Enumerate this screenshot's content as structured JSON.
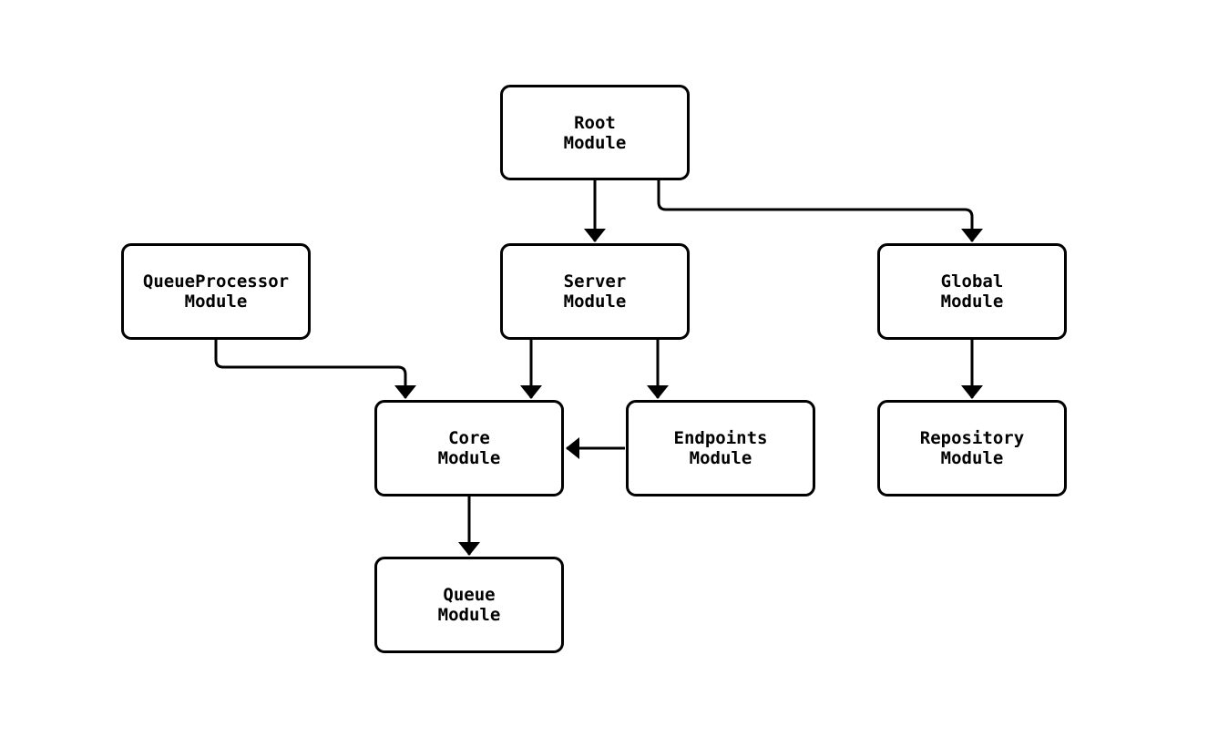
{
  "diagram": {
    "type": "module-dependency-flowchart",
    "background_color": "#ffffff",
    "node_fill_color": "#ffffff",
    "node_border_color": "#000000",
    "edge_color": "#000000",
    "text_color": "#000000",
    "nodes": [
      {
        "id": "root",
        "label": "Root\nModule"
      },
      {
        "id": "queueprocessor",
        "label": "QueueProcessor\nModule"
      },
      {
        "id": "server",
        "label": "Server\nModule"
      },
      {
        "id": "global",
        "label": "Global\nModule"
      },
      {
        "id": "core",
        "label": "Core\nModule"
      },
      {
        "id": "endpoints",
        "label": "Endpoints\nModule"
      },
      {
        "id": "repository",
        "label": "Repository\nModule"
      },
      {
        "id": "queue",
        "label": "Queue\nModule"
      }
    ],
    "edges": [
      {
        "from": "root",
        "to": "server"
      },
      {
        "from": "root",
        "to": "global"
      },
      {
        "from": "queueprocessor",
        "to": "core"
      },
      {
        "from": "server",
        "to": "core"
      },
      {
        "from": "server",
        "to": "endpoints"
      },
      {
        "from": "endpoints",
        "to": "core"
      },
      {
        "from": "global",
        "to": "repository"
      },
      {
        "from": "core",
        "to": "queue"
      }
    ]
  }
}
